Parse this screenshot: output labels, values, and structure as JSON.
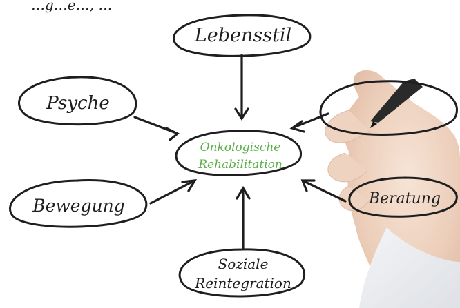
{
  "top_text": "…g…e…, …",
  "center": {
    "line1": "Onkologische",
    "line2": "Rehabilitation",
    "color": "#5cb04a"
  },
  "nodes": {
    "lebensstil": "Lebensstil",
    "psyche": "Psyche",
    "bewegung": "Bewegung",
    "beratung": "Beratung",
    "soziale_line1": "Soziale",
    "soziale_line2": "Reintegration",
    "empty": ""
  },
  "ink_color": "#1e1e1e"
}
